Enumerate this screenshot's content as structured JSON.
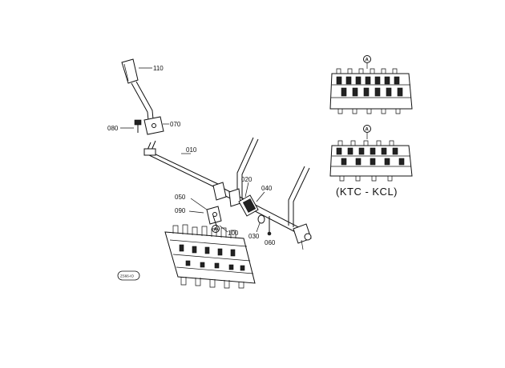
{
  "callouts": {
    "c110": "110",
    "c070": "070",
    "c080": "080",
    "c010": "010",
    "c020": "020",
    "c040": "040",
    "c050": "050",
    "c090": "090",
    "c100": "100",
    "c030": "030",
    "c060": "060"
  },
  "ref_marker": "A",
  "variant_label": "(KTC - KCL)",
  "stamp_text": "ZS66-IO"
}
